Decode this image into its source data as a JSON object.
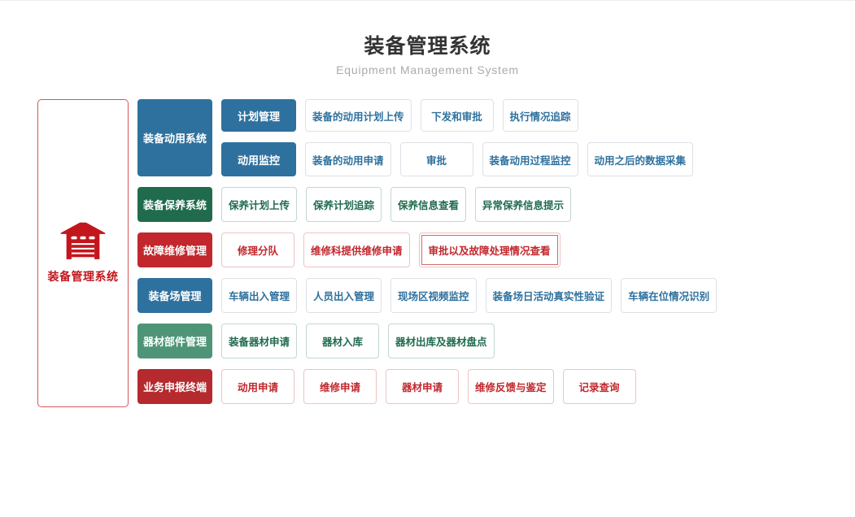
{
  "page": {
    "title": "装备管理系统",
    "subtitle": "Equipment Management System"
  },
  "colors": {
    "blue": "#2F719E",
    "dark_green": "#206B4E",
    "green": "#4E9578",
    "red": "#C1272D",
    "dark_red": "#B52A2E",
    "root_red": "#C3161C",
    "root_border": "#D6575B",
    "leaf_border_blue": "#DCE1E8",
    "leaf_border_green": "#C2D8CD",
    "leaf_border_red": "#EFC3C5",
    "red_inner_border": "#CE6A6E",
    "title_color": "#333333",
    "subtitle_color": "#ABABAB"
  },
  "tree": {
    "root": {
      "label": "装备管理系统",
      "icon": "garage-icon"
    },
    "branches": [
      {
        "category": "装备动用系统",
        "subrows": [
          {
            "label": "计划管理",
            "leaves": [
              "装备的动用计划上传",
              "下发和审批",
              "执行情况追踪"
            ]
          },
          {
            "label": "动用监控",
            "leaves": [
              "装备的动用申请",
              "审批",
              "装备动用过程监控",
              "动用之后的数据采集"
            ]
          }
        ]
      },
      {
        "category": "装备保养系统",
        "leaves": [
          "保养计划上传",
          "保养计划追踪",
          "保养信息查看",
          "异常保养信息提示"
        ]
      },
      {
        "category": "故障维修管理",
        "leaves": [
          "修理分队",
          "维修科提供维修申请",
          "审批以及故障处理情况查看"
        ]
      },
      {
        "category": "装备场管理",
        "leaves": [
          "车辆出入管理",
          "人员出入管理",
          "现场区视频监控",
          "装备场日活动真实性验证",
          "车辆在位情况识别"
        ]
      },
      {
        "category": "器材部件管理",
        "leaves": [
          "装备器材申请",
          "器材入库",
          "器材出库及器材盘点"
        ]
      },
      {
        "category": "业务申报终端",
        "leaves": [
          "动用申请",
          "维修申请",
          "器材申请",
          "维修反馈与鉴定",
          "记录查询"
        ]
      }
    ]
  }
}
